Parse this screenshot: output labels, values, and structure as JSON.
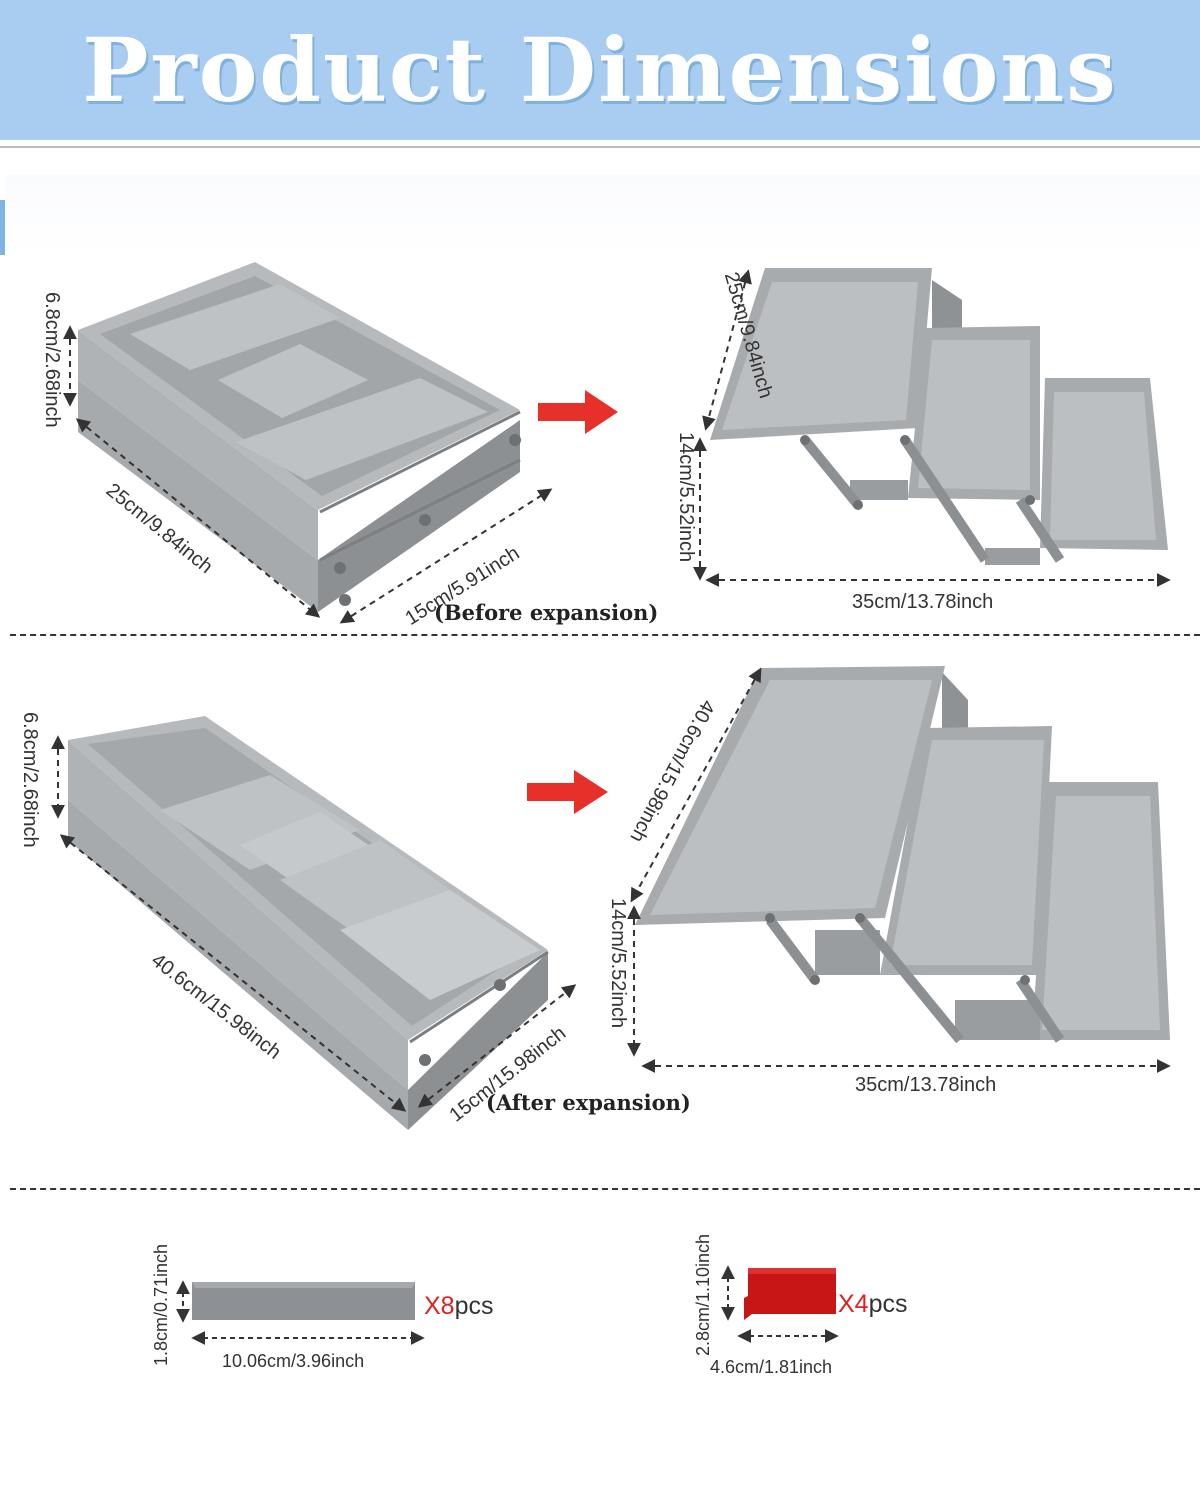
{
  "banner": {
    "title": "Product Dimensions",
    "background": "#a8cdf0"
  },
  "colors": {
    "tray_gray": "#9a9da0",
    "tray_light": "#b9bcbf",
    "arrow_red": "#e8302a",
    "divider_red": "#d01818"
  },
  "before": {
    "caption": "(Before expansion)",
    "closed": {
      "height": "6.8cm/2.68inch",
      "length": "25cm/9.84inch",
      "width": "15cm/5.91inch"
    },
    "open": {
      "depth": "25cm/9.84inch",
      "height": "14cm/5.52inch",
      "width": "35cm/13.78inch"
    }
  },
  "after": {
    "caption": "(After expansion)",
    "closed": {
      "height": "6.8cm/2.68inch",
      "length": "40.6cm/15.98inch",
      "width": "15cm/15.98inch"
    },
    "open": {
      "depth": "40.6cm/15.98inch",
      "height": "14cm/5.52inch",
      "width": "35cm/13.78inch"
    }
  },
  "accessories": [
    {
      "name": "gray divider",
      "height": "1.8cm/0.71inch",
      "width": "10.06cm/3.96inch",
      "multiplier": "X8",
      "unit": "pcs"
    },
    {
      "name": "red divider",
      "height": "2.8cm/1.10inch",
      "width": "4.6cm/1.81inch",
      "multiplier": "X4",
      "unit": "pcs"
    }
  ]
}
